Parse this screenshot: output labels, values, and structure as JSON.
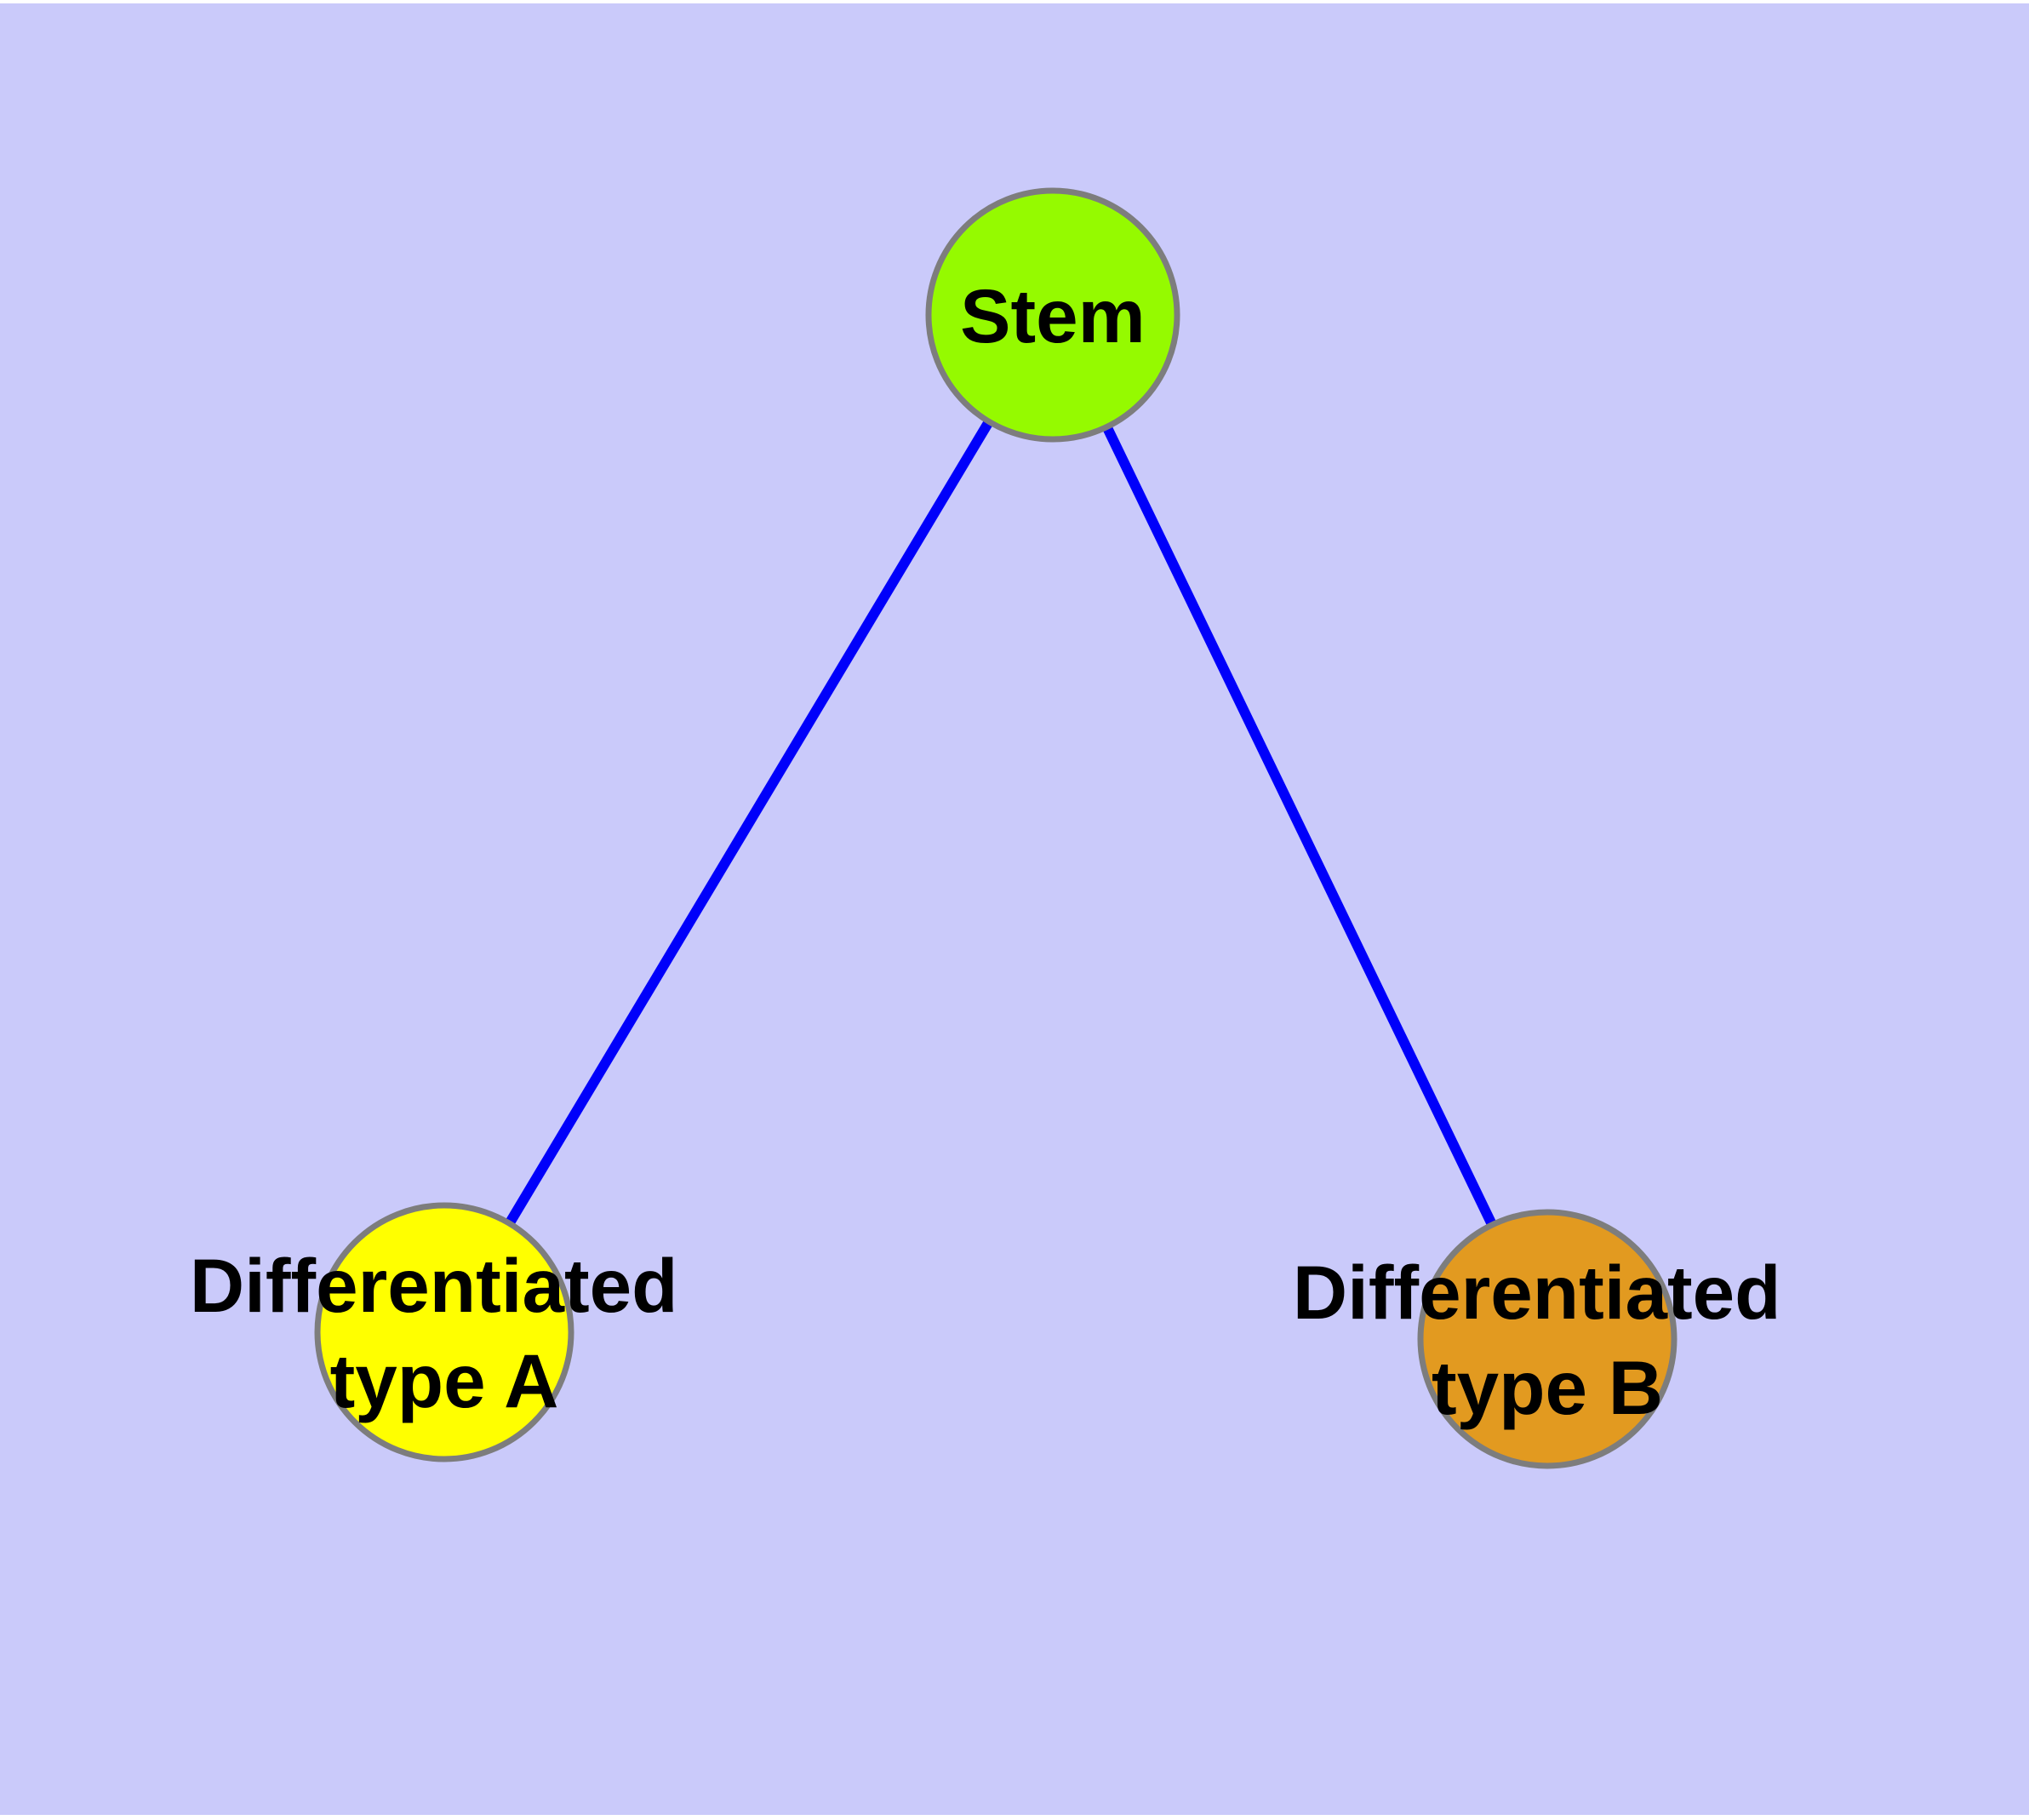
{
  "diagram": {
    "type": "graph",
    "colors": {
      "page_background": "#FFFFFF",
      "plot_background": "#CACAFA",
      "edge": "#0000FA",
      "node_border": "#7D7D7D",
      "label_text": "#000000"
    },
    "nodes": [
      {
        "id": "stem",
        "lines": [
          "Stem"
        ],
        "fill": "#95FA00"
      },
      {
        "id": "differentiated-type-a",
        "lines": [
          "Differentiated",
          "type A"
        ],
        "fill": "#FFFF00"
      },
      {
        "id": "differentiated-type-b",
        "lines": [
          "Differentiated",
          "type B"
        ],
        "fill": "#E29A20"
      }
    ],
    "edges": [
      {
        "from": "stem",
        "to": "differentiated-type-a"
      },
      {
        "from": "stem",
        "to": "differentiated-type-b"
      }
    ]
  }
}
